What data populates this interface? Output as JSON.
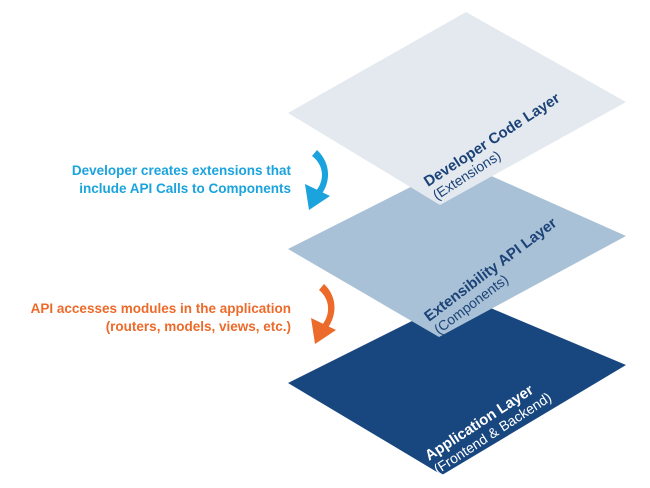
{
  "layers": [
    {
      "title": "Developer Code Layer",
      "subtitle": "(Extensions)",
      "fill": "#e3e9ef",
      "title_color": "#1c4277",
      "sub_color": "#1c4277"
    },
    {
      "title": "Extensibility API Layer",
      "subtitle": "(Components)",
      "fill": "#a9c1d6",
      "title_color": "#1c4277",
      "sub_color": "#1c4277"
    },
    {
      "title": "Application Layer",
      "subtitle": "(Frontend & Backend)",
      "fill": "#18467f",
      "title_color": "#ffffff",
      "sub_color": "#ffffff"
    }
  ],
  "annotations": [
    {
      "line1": "Developer creates extensions that",
      "line2": "include API Calls to Components",
      "color": "#1aa3dd"
    },
    {
      "line1": "API  accesses modules in the application",
      "line2": "(routers, models, views, etc.)",
      "color": "#ec6a2a"
    }
  ],
  "arrows": [
    {
      "name": "blue-curved-arrow-icon",
      "color": "#1aa3dd"
    },
    {
      "name": "orange-curved-arrow-icon",
      "color": "#ec6a2a"
    }
  ]
}
